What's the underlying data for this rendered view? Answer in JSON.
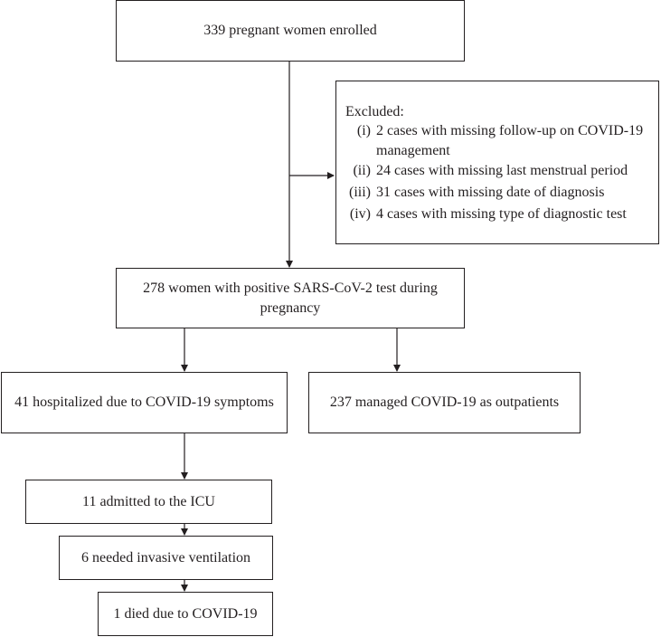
{
  "enrolled": {
    "text": "339 pregnant women enrolled"
  },
  "excluded": {
    "title": "Excluded:",
    "items": [
      {
        "num": "(i)",
        "line1": "2 cases with missing follow-up on COVID-19",
        "line2": "management"
      },
      {
        "num": "(ii)",
        "line1": "24 cases with missing last menstrual period"
      },
      {
        "num": "(iii)",
        "line1": "31 cases with missing date of diagnosis"
      },
      {
        "num": "(iv)",
        "line1": "4 cases with missing type of diagnostic test"
      }
    ]
  },
  "positive": {
    "line1": "278 women with positive SARS-CoV-2 test during",
    "line2": "pregnancy"
  },
  "hospitalized": {
    "text": "41 hospitalized due to COVID-19 symptoms"
  },
  "outpatients": {
    "text": "237 managed COVID-19 as outpatients"
  },
  "icu": {
    "text": "11 admitted to the ICU"
  },
  "ventilation": {
    "text": "6 needed invasive ventilation"
  },
  "died": {
    "text": "1 died due to COVID-19"
  }
}
